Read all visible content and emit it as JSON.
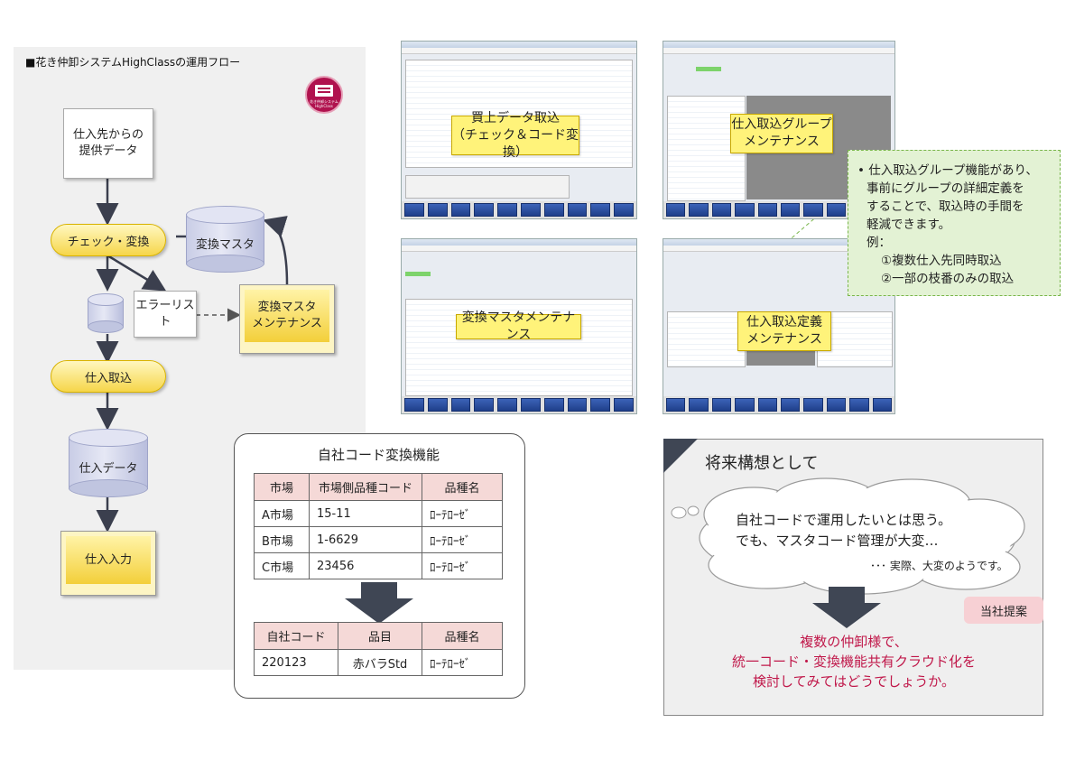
{
  "flow": {
    "title": "■花き仲卸システムHighClassの運用フロー",
    "logo_caption": "花き仲卸システム HighClass",
    "supplier_data_line1": "仕入先からの",
    "supplier_data_line2": "提供データ",
    "check_convert": "チェック・変換",
    "conversion_master": "変換マスタ",
    "error_list": "エラーリスト",
    "master_maint_line1": "変換マスタ",
    "master_maint_line2": "メンテナンス",
    "purchase_import": "仕入取込",
    "purchase_data": "仕入データ",
    "purchase_input": "仕入入力"
  },
  "screens": {
    "buy_import_line1": "買上データ取込",
    "buy_import_line2": "（チェック＆コード変換）",
    "group_maint_line1": "仕入取込グループ",
    "group_maint_line2": "メンテナンス",
    "master_maint": "変換マスタメンテナンス",
    "def_maint_line1": "仕入取込定義",
    "def_maint_line2": "メンテナンス"
  },
  "note": {
    "line1": "• 仕入取込グループ機能があり、",
    "line2": "事前にグループの詳細定義を",
    "line3": "することで、取込時の手間を",
    "line4": "軽減できます。",
    "line5": "例：",
    "line6": "①複数仕入先同時取込",
    "line7": "②一部の枝番のみの取込"
  },
  "code_conversion": {
    "title": "自社コード変換機能",
    "table1_headers": [
      "市場",
      "市場側品種コード",
      "品種名"
    ],
    "table1_rows": [
      [
        "A市場",
        "15-11",
        "ﾛｰﾃﾛｰｾﾞ"
      ],
      [
        "B市場",
        "1-6629",
        "ﾛｰﾃﾛｰｾﾞ"
      ],
      [
        "C市場",
        "23456",
        "ﾛｰﾃﾛｰｾﾞ"
      ]
    ],
    "table2_headers": [
      "自社コード",
      "品目",
      "品種名"
    ],
    "table2_rows": [
      [
        "220123",
        "赤バラStd",
        "ﾛｰﾃﾛｰｾﾞ"
      ]
    ]
  },
  "future": {
    "title": "将来構想として",
    "cloud_line1": "自社コードで運用したいとは思う。",
    "cloud_line2": "でも、マスタコード管理が大変…",
    "cloud_note": "･･･ 実際、大変のようです。",
    "badge": "当社提案",
    "proposal_line1": "複数の仲卸様で、",
    "proposal_line2": "統一コード・変換機能共有クラウド化を",
    "proposal_line3": "検討してみてはどうでしょうか。"
  }
}
